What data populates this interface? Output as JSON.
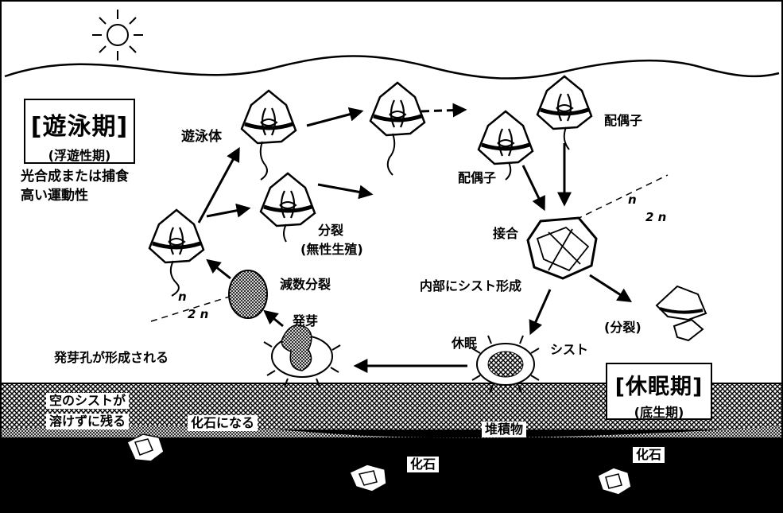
{
  "planktonic_phase": {
    "title": "[遊泳期]",
    "subtitle": "(浮遊性期)",
    "traits": [
      "光合成または捕食",
      "高い運動性"
    ]
  },
  "benthic_phase": {
    "title": "[休眠期]",
    "subtitle": "(底生期)"
  },
  "labels": {
    "swimmer": "遊泳体",
    "gamete_1": "配偶子",
    "gamete_2": "配偶子",
    "division_1": "分裂",
    "division_2": "(無性生殖)",
    "fusion": "接合",
    "cyst_forms_inside": "内部にシスト形成",
    "meiosis": "減数分裂",
    "germination": "発芽",
    "pore_forms": "発芽孔が形成される",
    "dormancy": "休眠",
    "cyst": "シスト",
    "division_paren": "(分裂)",
    "empty_cyst_1": "空のシストが",
    "empty_cyst_2": "溶けずに残る",
    "becomes_fossil": "化石になる",
    "sediment": "堆積物",
    "fossil_1": "化石",
    "fossil_2": "化石",
    "ploidy_n_1": "n",
    "ploidy_2n_1": "2 n",
    "ploidy_n_2": "n",
    "ploidy_2n_2": "2 n"
  }
}
